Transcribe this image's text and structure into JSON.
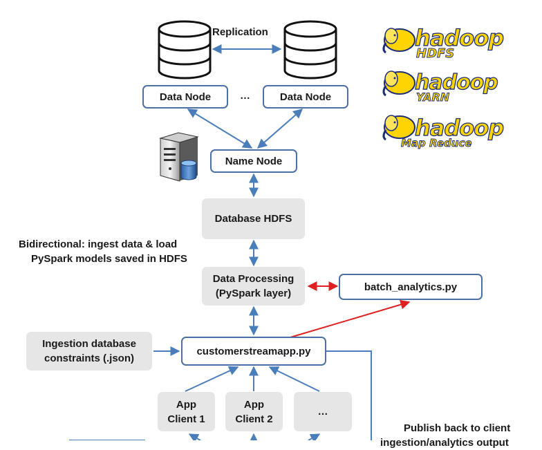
{
  "nodes": {
    "replication_label": "Replication",
    "data_node_1": "Data Node",
    "ellipsis_nodes": "…",
    "data_node_2": "Data Node",
    "name_node": "Name Node",
    "database_hdfs": "Database HDFS",
    "data_processing_line1": "Data Processing",
    "data_processing_line2": "(PySpark layer)",
    "batch_analytics": "batch_analytics.py",
    "customerstreamapp": "customerstreamapp.py",
    "ingestion_line1": "Ingestion database",
    "ingestion_line2": "constraints (.json)",
    "app_client_1_line1": "App",
    "app_client_1_line2": "Client 1",
    "app_client_2_line1": "App",
    "app_client_2_line2": "Client 2",
    "ellipsis_clients": "…"
  },
  "annotations": {
    "bidirectional_line1": "Bidirectional: ingest data & load",
    "bidirectional_line2": "PySpark models saved in HDFS",
    "publish_line1": "Publish back to client",
    "publish_line2": "ingestion/analytics output"
  },
  "logos": [
    {
      "brand": "hadoop",
      "sub": "HDFS"
    },
    {
      "brand": "hadoop",
      "sub": "YARN"
    },
    {
      "brand": "hadoop",
      "sub": "Map Reduce"
    }
  ],
  "colors": {
    "box_border": "#4a6fa5",
    "arrow_blue": "#4a7ebb",
    "arrow_red": "#e02020",
    "gray_box": "#e6e6e6",
    "logo_yellow": "#ffd400",
    "logo_navy": "#1c2e78"
  }
}
